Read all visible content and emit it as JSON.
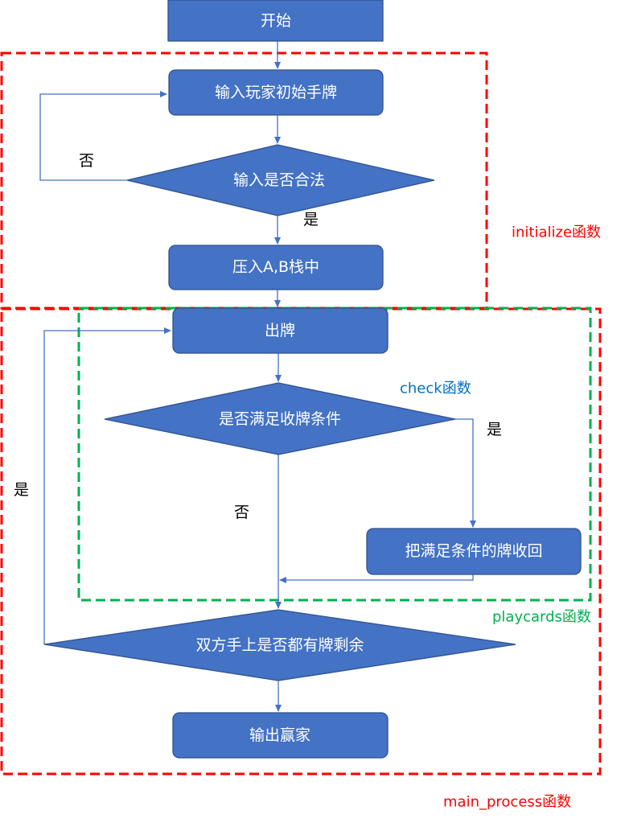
{
  "colors": {
    "node_fill": "#4472C4",
    "node_stroke": "#2F528F",
    "connector": "#4472C4",
    "initialize_region": "#FF0000",
    "main_process_region": "#FF0000",
    "playcards_region": "#00B050",
    "check_label": "#0070C0"
  },
  "nodes": {
    "start": "开始",
    "input_cards": "输入玩家初始手牌",
    "valid_check": "输入是否合法",
    "push_stacks": "压入A,B栈中",
    "play_card": "出牌",
    "collect_check": "是否满足收牌条件",
    "collect_cards": "把满足条件的牌收回",
    "cards_left_check": "双方手上是否都有牌剩余",
    "output_winner": "输出赢家"
  },
  "edge_labels": {
    "invalid_no": "否",
    "valid_yes": "是",
    "collect_yes": "是",
    "collect_no": "否",
    "loop_yes": "是"
  },
  "regions": {
    "initialize": "initialize函数",
    "check": "check函数",
    "playcards": "playcards函数",
    "main_process": "main_process函数"
  }
}
